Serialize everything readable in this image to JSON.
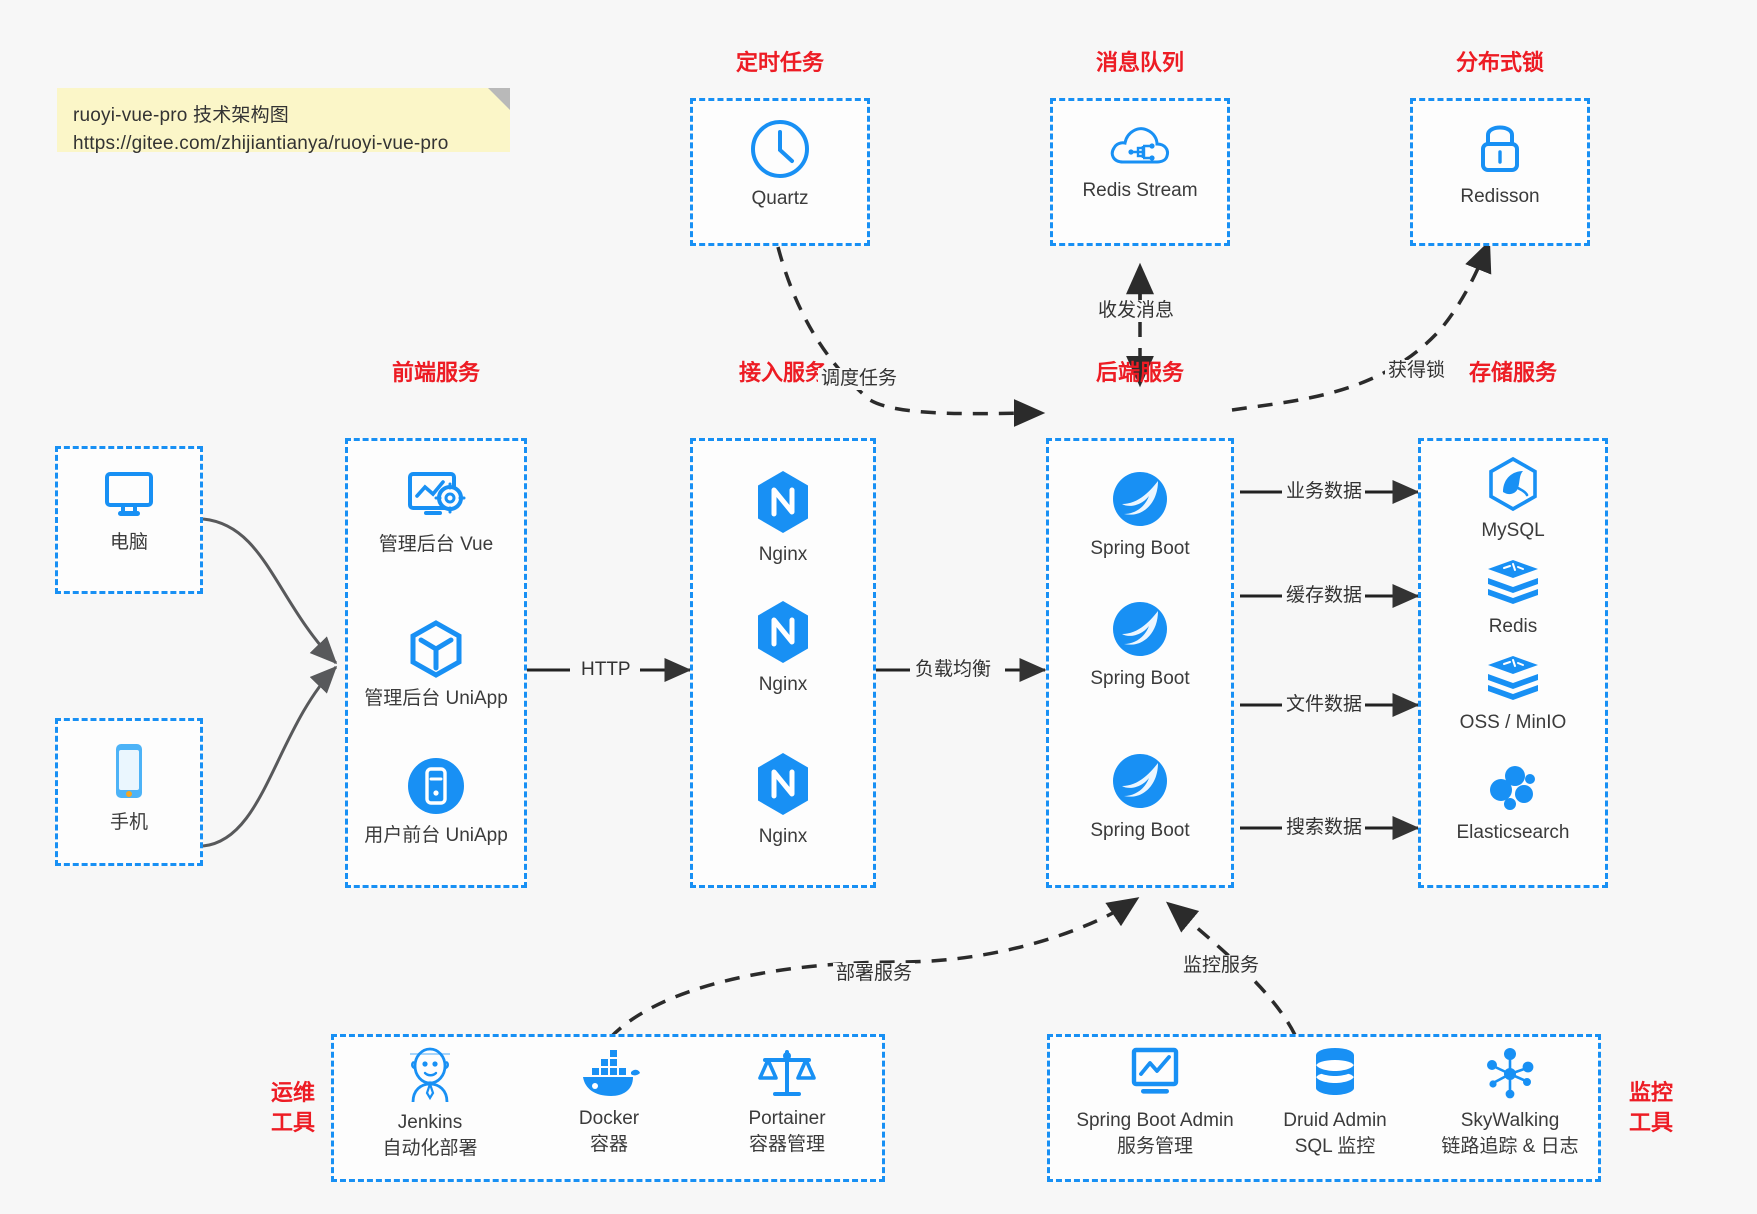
{
  "note": {
    "line1": "ruoyi-vue-pro 技术架构图",
    "line2": "https://gitee.com/zhijiantianya/ruoyi-vue-pro"
  },
  "colors": {
    "accent": "#1890f4",
    "title_red": "#ed1c24",
    "text": "#3b3b3b",
    "note_bg": "#fbf6c8",
    "page_bg": "#f7f7f7",
    "edge": "#333333"
  },
  "groups": {
    "scheduler": {
      "title": "定时任务"
    },
    "mq": {
      "title": "消息队列"
    },
    "lock": {
      "title": "分布式锁"
    },
    "frontend": {
      "title": "前端服务"
    },
    "gateway": {
      "title": "接入服务"
    },
    "backend": {
      "title": "后端服务"
    },
    "storage": {
      "title": "存储服务"
    },
    "devops": {
      "title_line1": "运维",
      "title_line2": "工具"
    },
    "monitor": {
      "title_line1": "监控",
      "title_line2": "工具"
    }
  },
  "nodes": {
    "quartz": {
      "label": "Quartz",
      "icon": "clock-icon"
    },
    "redis_stream": {
      "label": "Redis Stream",
      "icon": "cloud-stream-icon"
    },
    "redisson": {
      "label": "Redisson",
      "icon": "lock-icon"
    },
    "computer": {
      "label": "电脑",
      "icon": "desktop-icon"
    },
    "phone": {
      "label": "手机",
      "icon": "smartphone-icon"
    },
    "admin_vue": {
      "label": "管理后台 Vue",
      "icon": "dashboard-gear-icon"
    },
    "admin_uniapp": {
      "label": "管理后台 UniApp",
      "icon": "cube-icon"
    },
    "user_uniapp": {
      "label": "用户前台 UniApp",
      "icon": "mobile-app-icon"
    },
    "nginx1": {
      "label": "Nginx",
      "icon": "nginx-icon"
    },
    "nginx2": {
      "label": "Nginx",
      "icon": "nginx-icon"
    },
    "nginx3": {
      "label": "Nginx",
      "icon": "nginx-icon"
    },
    "spring1": {
      "label": "Spring Boot",
      "icon": "spring-leaf-icon"
    },
    "spring2": {
      "label": "Spring Boot",
      "icon": "spring-leaf-icon"
    },
    "spring3": {
      "label": "Spring Boot",
      "icon": "spring-leaf-icon"
    },
    "mysql": {
      "label": "MySQL",
      "icon": "mysql-dolphin-icon"
    },
    "redis": {
      "label": "Redis",
      "icon": "redis-stack-icon"
    },
    "oss": {
      "label": "OSS / MinIO",
      "icon": "object-storage-icon"
    },
    "elasticsearch": {
      "label": "Elasticsearch",
      "icon": "elasticsearch-icon"
    },
    "jenkins": {
      "label": "Jenkins",
      "sublabel": "自动化部署",
      "icon": "jenkins-butler-icon"
    },
    "docker": {
      "label": "Docker",
      "sublabel": "容器",
      "icon": "docker-whale-icon"
    },
    "portainer": {
      "label": "Portainer",
      "sublabel": "容器管理",
      "icon": "scales-icon"
    },
    "sba": {
      "label": "Spring Boot Admin",
      "sublabel": "服务管理",
      "icon": "monitor-chart-icon"
    },
    "druid": {
      "label": "Druid Admin",
      "sublabel": "SQL 监控",
      "icon": "database-icon"
    },
    "skywalking": {
      "label": "SkyWalking",
      "sublabel": "链路追踪 & 日志",
      "icon": "network-nodes-icon"
    }
  },
  "edges": {
    "http": "HTTP",
    "load_balance": "负载均衡",
    "schedule_task": "调度任务",
    "send_receive_message": "收发消息",
    "acquire_lock": "获得锁",
    "business_data": "业务数据",
    "cache_data": "缓存数据",
    "file_data": "文件数据",
    "search_data": "搜索数据",
    "deploy_service": "部署服务",
    "monitor_service": "监控服务"
  }
}
